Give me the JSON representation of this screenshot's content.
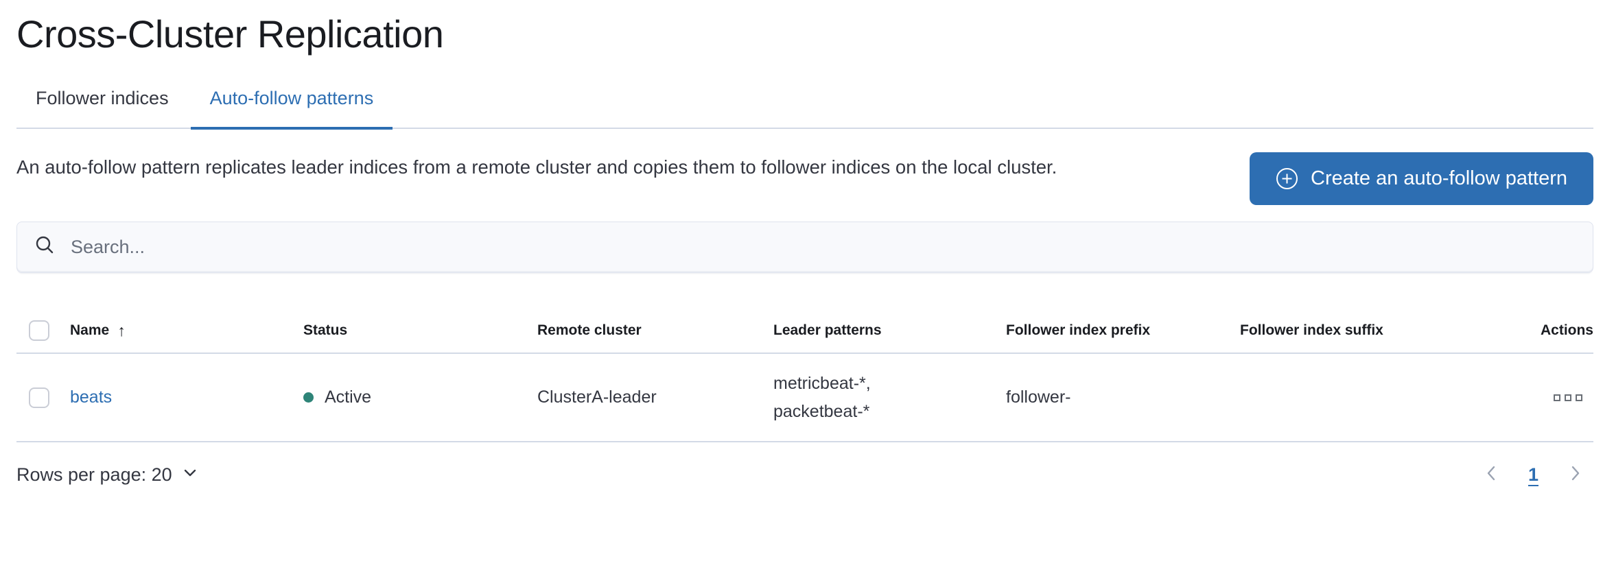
{
  "page": {
    "title": "Cross-Cluster Replication"
  },
  "tabs": [
    {
      "label": "Follower indices",
      "active": false
    },
    {
      "label": "Auto-follow patterns",
      "active": true
    }
  ],
  "intro": {
    "description": "An auto-follow pattern replicates leader indices from a remote cluster and copies them to follower indices on the local cluster.",
    "create_button_label": "Create an auto-follow pattern"
  },
  "search": {
    "placeholder": "Search..."
  },
  "table": {
    "columns": [
      "Name",
      "Status",
      "Remote cluster",
      "Leader patterns",
      "Follower index prefix",
      "Follower index suffix",
      "Actions"
    ],
    "sort": {
      "column": "Name",
      "direction": "ascending",
      "glyph": "↑"
    },
    "rows": [
      {
        "name": "beats",
        "status": "Active",
        "remote_cluster": "ClusterA-leader",
        "leader_patterns": [
          "metricbeat-*,",
          "packetbeat-*"
        ],
        "follower_index_prefix": "follower-",
        "follower_index_suffix": ""
      }
    ]
  },
  "pagination": {
    "rows_per_page_label": "Rows per page: 20",
    "current_page": "1"
  },
  "icons": {
    "create": "plus-in-circle",
    "search": "magnifier",
    "actions": "boxes-horizontal",
    "rows_caret": "chevron-down",
    "prev": "chevron-left",
    "next": "chevron-right"
  },
  "colors": {
    "accent_blue": "#2d6eb2",
    "status_active_green": "#2e8478",
    "border_light": "#d3dae6",
    "text_dark": "#343741",
    "text_subdued": "#69707d",
    "search_background": "#f8f9fc"
  }
}
